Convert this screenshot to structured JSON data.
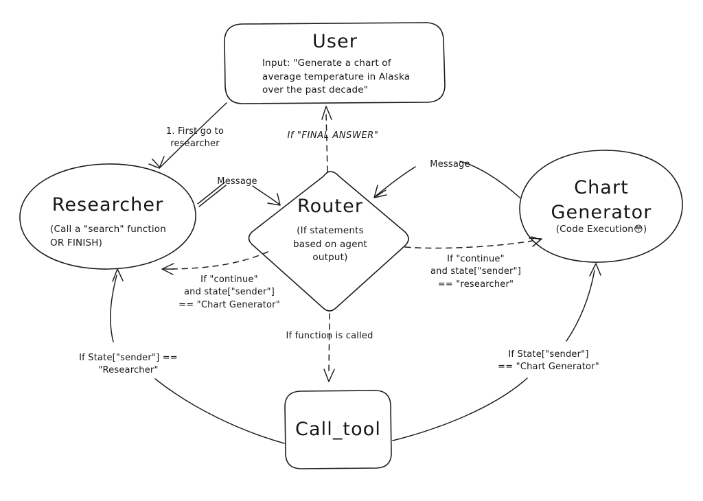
{
  "diagram": {
    "title": "Multi-agent LangGraph routing diagram",
    "background": "#ffffff",
    "ink": "#1d1d1d",
    "nodes": [
      {
        "id": "user",
        "shape": "rounded-rect",
        "title": "User",
        "subtitle": "Input: \"Generate a chart of\naverage temperature in Alaska\nover the past decade\""
      },
      {
        "id": "researcher",
        "shape": "ellipse",
        "title": "Researcher",
        "subtitle": "(Call a \"search\" function\nOR FINISH)"
      },
      {
        "id": "router",
        "shape": "diamond",
        "title": "Router",
        "subtitle": "(If statements\nbased on agent\noutput)"
      },
      {
        "id": "chart_generator",
        "shape": "ellipse",
        "title": "Chart\nGenerator",
        "subtitle": "(Code Execution",
        "subtitle_emoji": "😳",
        "subtitle_tail": ")"
      },
      {
        "id": "call_tool",
        "shape": "rounded-rect",
        "title": "Call_tool",
        "subtitle": ""
      }
    ],
    "edge_labels": {
      "user_to_researcher": "1. First go to\nresearcher",
      "router_to_user": "If \"FINAL ANSWER\"",
      "researcher_to_router": "Message",
      "chart_to_router": "Message",
      "router_to_researcher": "If \"continue\"\nand state[\"sender\"]\n== \"Chart Generator\"",
      "router_to_chart": "If \"continue\"\nand state[\"sender\"]\n== \"researcher\"",
      "router_to_call_tool": "If function is called",
      "call_tool_to_researcher": "If State[\"sender\"] ==\n\"Researcher\"",
      "call_tool_to_chart": "If State[\"sender\"]\n== \"Chart Generator\""
    }
  }
}
